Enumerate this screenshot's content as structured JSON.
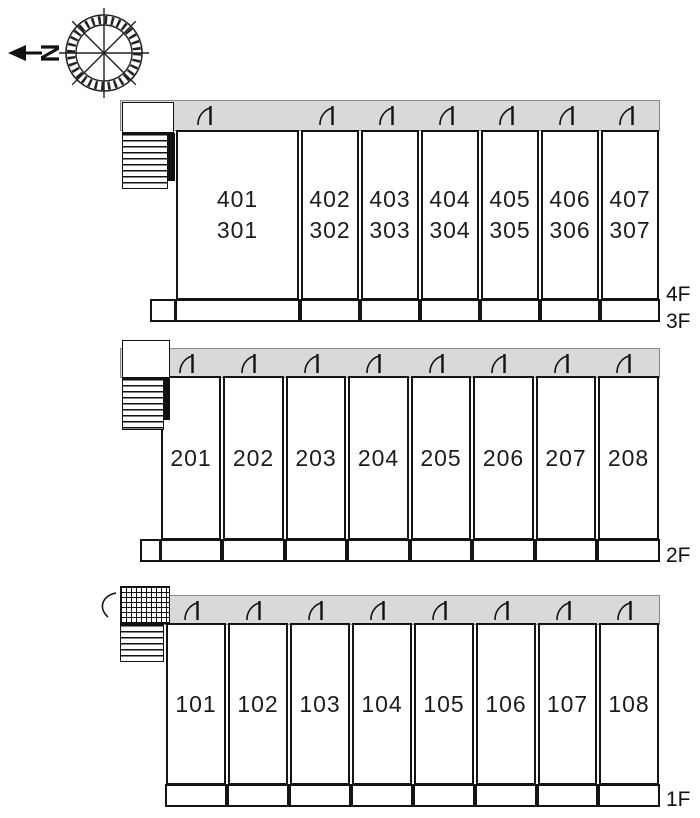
{
  "compass": {
    "north_label": "N"
  },
  "blocks": [
    {
      "name": "floors-3-4",
      "floor_labels": [
        "4F",
        "3F"
      ],
      "rooms": [
        {
          "lines": [
            "401",
            "301"
          ]
        },
        {
          "lines": [
            "402",
            "302"
          ]
        },
        {
          "lines": [
            "403",
            "303"
          ]
        },
        {
          "lines": [
            "404",
            "304"
          ]
        },
        {
          "lines": [
            "405",
            "305"
          ]
        },
        {
          "lines": [
            "406",
            "306"
          ]
        },
        {
          "lines": [
            "407",
            "307"
          ]
        }
      ]
    },
    {
      "name": "floor-2",
      "floor_labels": [
        "2F"
      ],
      "rooms": [
        {
          "lines": [
            "201"
          ]
        },
        {
          "lines": [
            "202"
          ]
        },
        {
          "lines": [
            "203"
          ]
        },
        {
          "lines": [
            "204"
          ]
        },
        {
          "lines": [
            "205"
          ]
        },
        {
          "lines": [
            "206"
          ]
        },
        {
          "lines": [
            "207"
          ]
        },
        {
          "lines": [
            "208"
          ]
        }
      ]
    },
    {
      "name": "floor-1",
      "floor_labels": [
        "1F"
      ],
      "rooms": [
        {
          "lines": [
            "101"
          ]
        },
        {
          "lines": [
            "102"
          ]
        },
        {
          "lines": [
            "103"
          ]
        },
        {
          "lines": [
            "104"
          ]
        },
        {
          "lines": [
            "105"
          ]
        },
        {
          "lines": [
            "106"
          ]
        },
        {
          "lines": [
            "107"
          ]
        },
        {
          "lines": [
            "108"
          ]
        }
      ]
    }
  ]
}
